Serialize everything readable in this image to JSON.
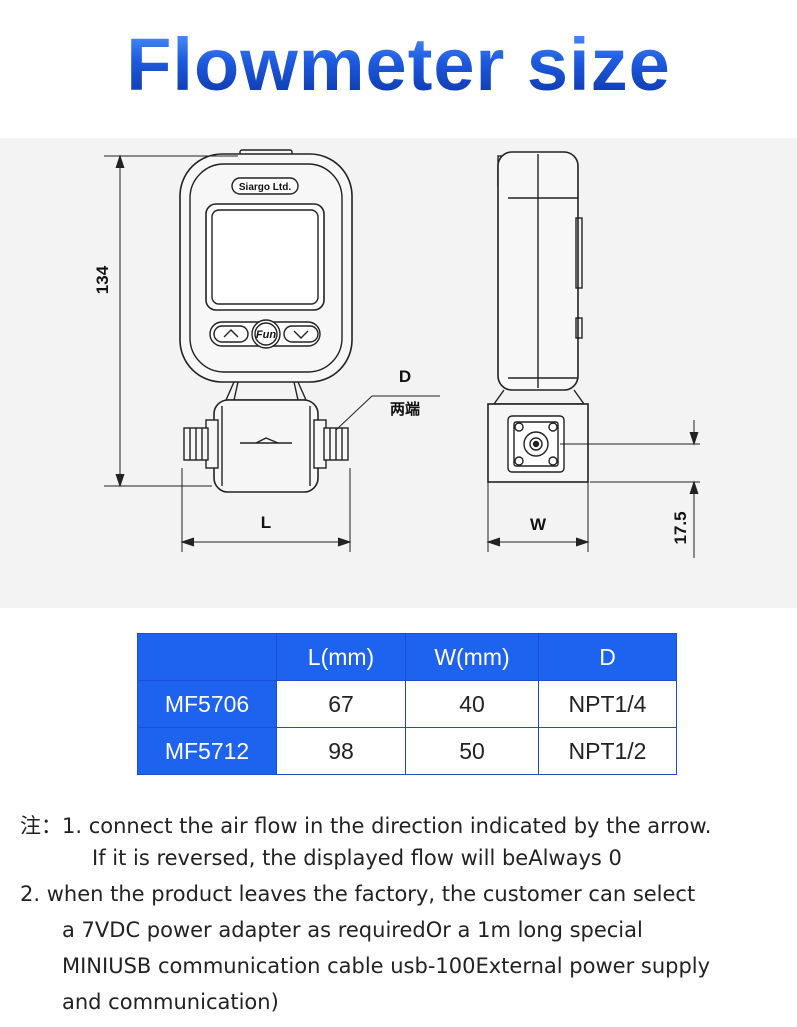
{
  "title": "Flowmeter size",
  "drawing": {
    "logo": "Siargo Ltd.",
    "button_center": "Fun",
    "dim_height": "134",
    "dim_length": "L",
    "dim_width": "W",
    "dim_offset": "17.5",
    "dim_thread": "D",
    "dim_thread_note": "两端"
  },
  "table": {
    "headers": [
      "",
      "L(mm)",
      "W(mm)",
      "D"
    ],
    "rows": [
      [
        "MF5706",
        "67",
        "40",
        "NPT1/4"
      ],
      [
        "MF5712",
        "98",
        "50",
        "NPT1/2"
      ]
    ]
  },
  "notes": {
    "line1": "注：1. connect the air flow in the direction indicated by the arrow.",
    "line2": "If it is reversed, the displayed flow will beAlways 0",
    "line3": "2. when the product leaves the factory, the customer can select",
    "line4": "a 7VDC power adapter as requiredOr a 1m long special",
    "line5": "MINIUSB communication cable usb-100External power supply",
    "line6": "and communication)"
  }
}
